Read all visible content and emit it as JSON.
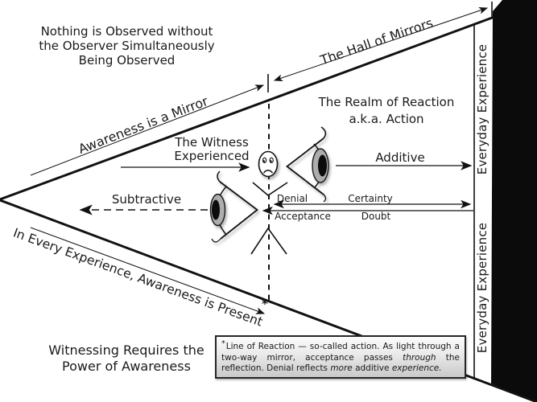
{
  "top_left_title": {
    "lines": [
      "Nothing is Observed without",
      "the Observer Simultaneously",
      "Being Observed"
    ]
  },
  "diagonals": {
    "awareness_mirror": "Awareness is a Mirror",
    "hall_of_mirrors": "The Hall of Mirrors",
    "awareness_present": "In Every Experience, Awareness is Present"
  },
  "realm": {
    "line1": "The Realm of Reaction",
    "line2": "a.k.a. Action"
  },
  "witness": {
    "line1": "The Witness",
    "line2": "Experienced"
  },
  "flow_labels": {
    "additive": "Additive",
    "subtractive": "Subtractive",
    "denial": "Denial",
    "certainty": "Certainty",
    "acceptance": "Acceptance",
    "doubt": "Doubt"
  },
  "right_band": {
    "top": "Everyday Experience",
    "bottom": "Everyday Experience"
  },
  "bottom_title": {
    "lines": [
      "Witnessing Requires the",
      "Power of Awareness"
    ]
  },
  "reaction_line_marker": "*",
  "footnote": {
    "marker": "*",
    "segments": [
      {
        "t": "Line of Reaction — so-called action. As light through a two-way mirror, acceptance passes "
      },
      {
        "t": "through",
        "i": true
      },
      {
        "t": " the reflection. Denial reflects "
      },
      {
        "t": "more",
        "i": true
      },
      {
        "t": " additive "
      },
      {
        "t": "experience.",
        "i": true
      }
    ]
  },
  "colors": {
    "line_black": "#111111",
    "wedge_black": "#0b0b0b",
    "iris_gray": "#adadad",
    "pupil_black": "#0c0c0c",
    "box_border": "#262626",
    "box_bg_top": "#fcfcfc",
    "box_bg_bottom": "#c9c9c9"
  }
}
